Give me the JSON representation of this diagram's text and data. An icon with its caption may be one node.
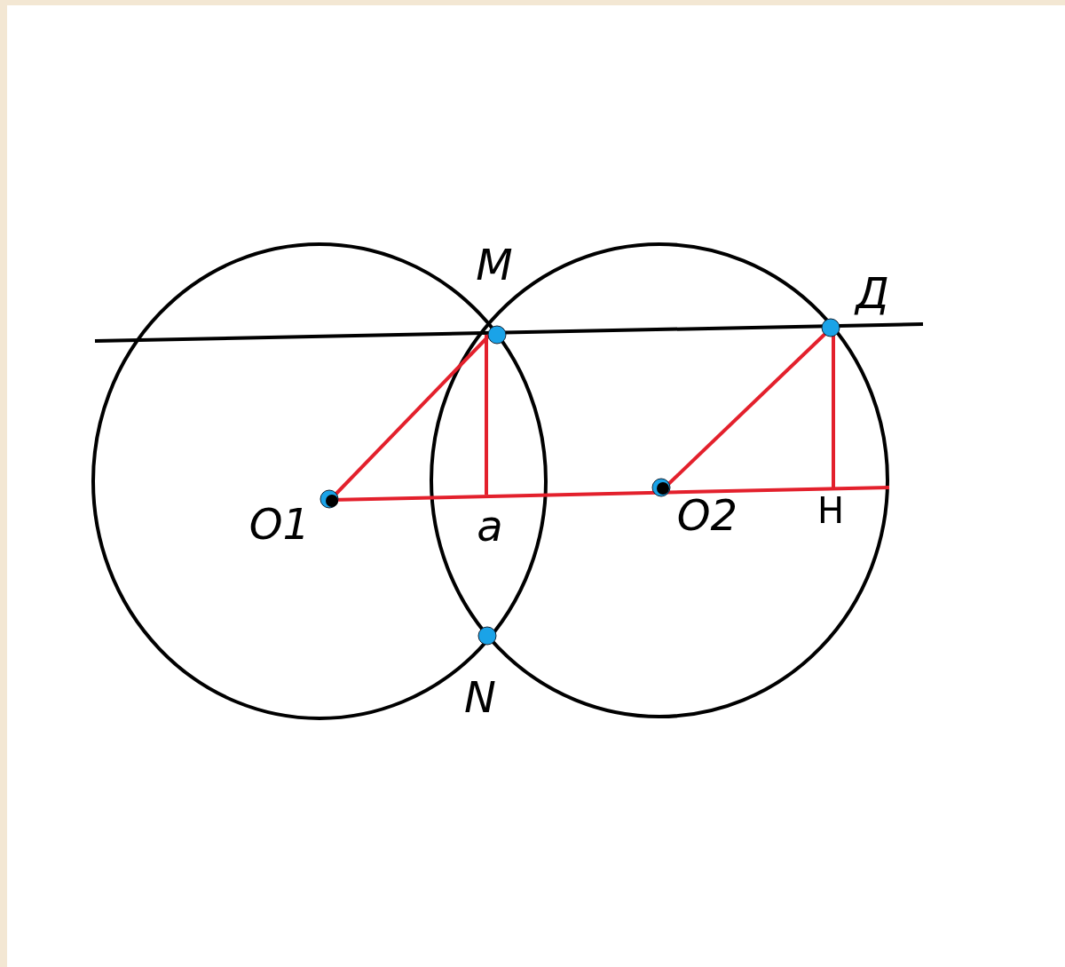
{
  "diagram": {
    "labels": [
      "M",
      "Д",
      "O1",
      "a",
      "O2",
      "H",
      "N"
    ]
  }
}
